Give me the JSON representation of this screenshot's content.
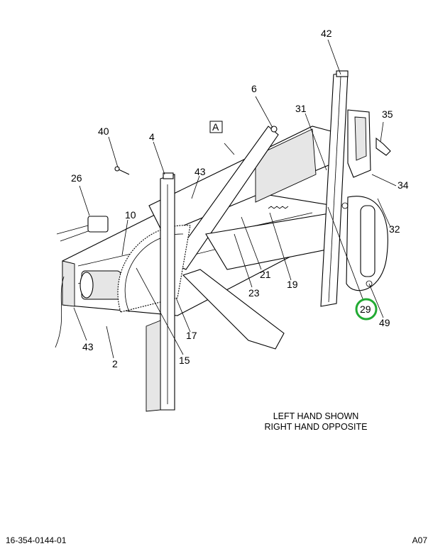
{
  "callouts": {
    "c42": "42",
    "c6": "6",
    "c31": "31",
    "c35": "35",
    "c40": "40",
    "c4": "4",
    "cA": "A",
    "c43a": "43",
    "c34": "34",
    "c26": "26",
    "c10": "10",
    "c32": "32",
    "c21": "21",
    "c23": "23",
    "c19": "19",
    "c29": "29",
    "c49": "49",
    "c17": "17",
    "c43b": "43",
    "c15": "15",
    "c2": "2"
  },
  "note": {
    "line1": "LEFT HAND SHOWN",
    "line2": "RIGHT HAND OPPOSITE"
  },
  "footer": {
    "drawing_number": "16-354-0144-01",
    "sheet": "A07"
  },
  "colors": {
    "highlight_circle": "#22aa33",
    "line": "#000000"
  }
}
